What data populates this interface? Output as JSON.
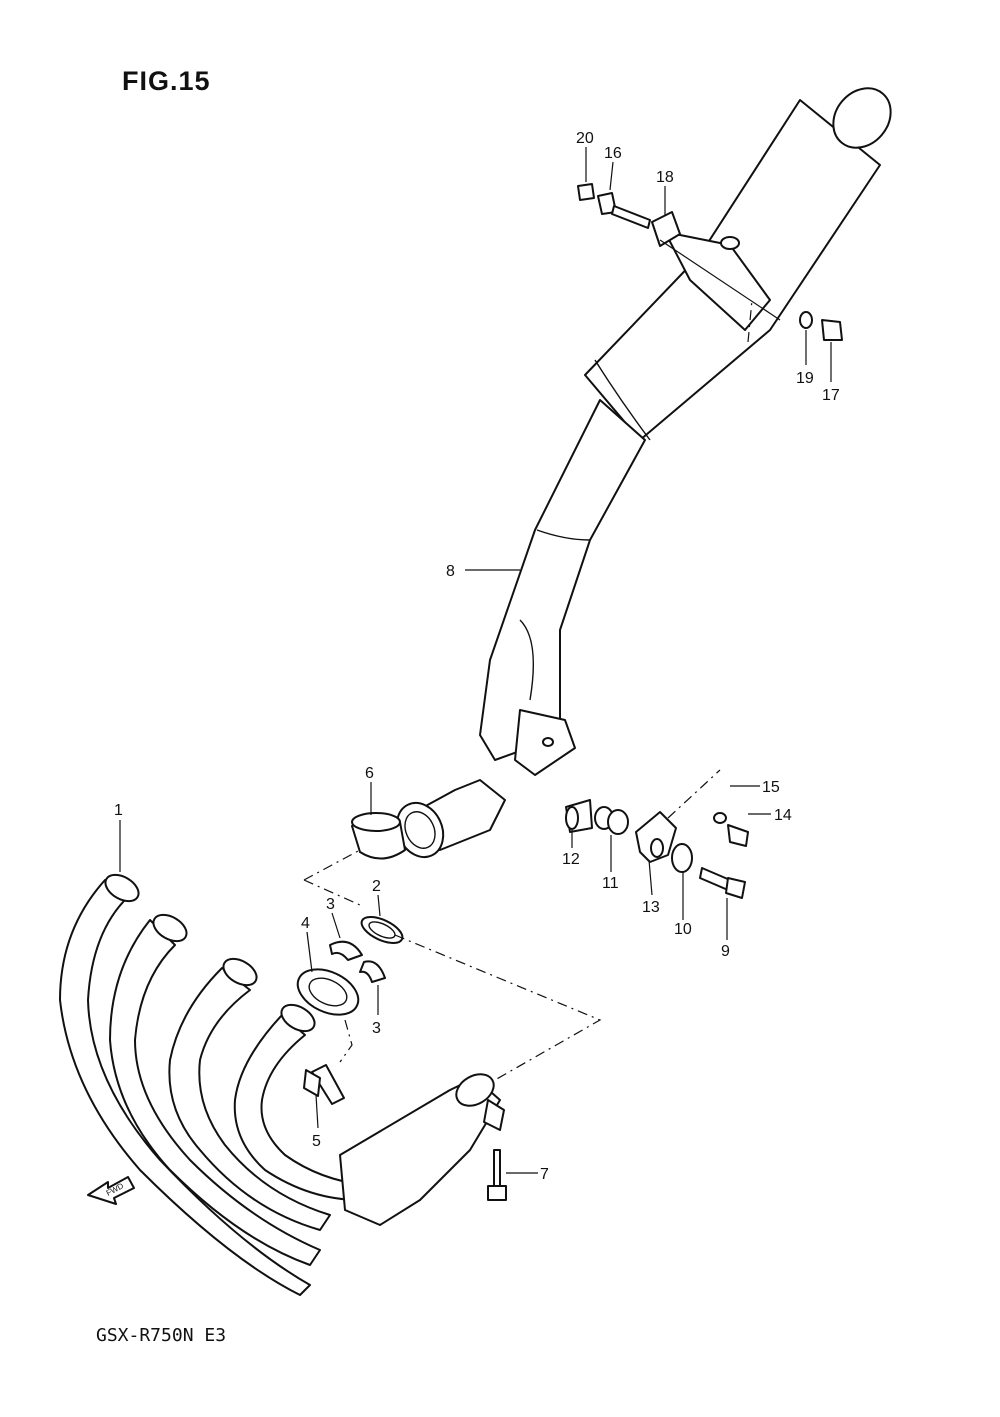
{
  "figure": {
    "title": "FIG.15",
    "model": "GSX-R750N E3",
    "fwd_label": "FWD"
  },
  "callouts": [
    "1",
    "2",
    "3",
    "3",
    "4",
    "5",
    "6",
    "7",
    "8",
    "9",
    "10",
    "11",
    "12",
    "13",
    "14",
    "15",
    "16",
    "17",
    "18",
    "19",
    "20"
  ]
}
